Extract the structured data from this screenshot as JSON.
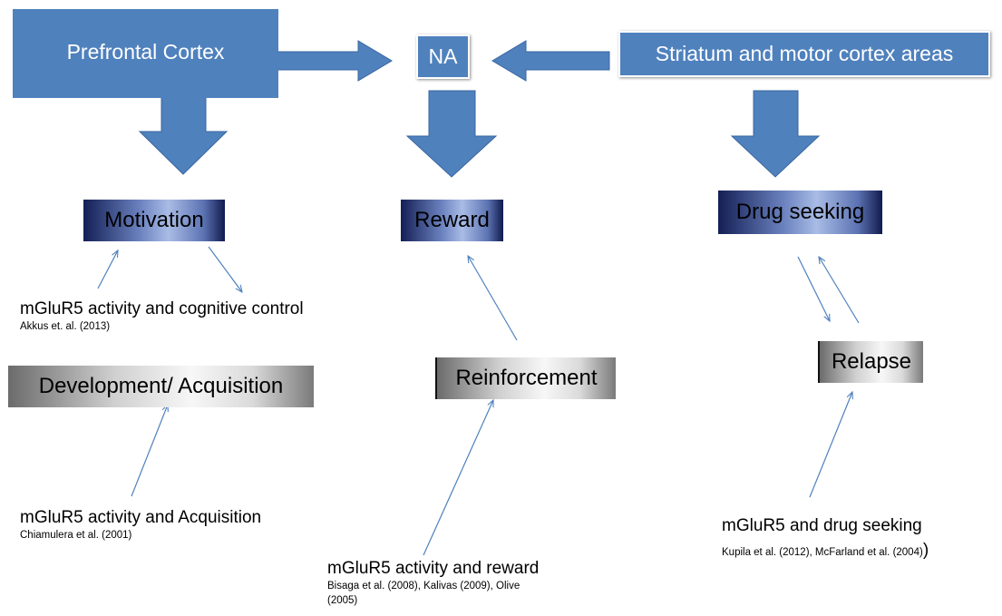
{
  "regions": {
    "prefrontal": "Prefrontal Cortex",
    "na": "NA",
    "striatum": "Striatum and motor cortex areas"
  },
  "stages": {
    "motivation": "Motivation",
    "reward": "Reward",
    "drug_seeking": "Drug seeking",
    "development": "Development/ Acquisition",
    "reinforcement": "Reinforcement",
    "relapse": "Relapse"
  },
  "evidence": {
    "cognitive_control": {
      "text": "mGluR5 activity and cognitive control",
      "citation": "Akkus et. al. (2013)"
    },
    "acquisition": {
      "text": "mGluR5 activity and Acquisition",
      "citation": "Chiamulera et al. (2001)"
    },
    "reward": {
      "text": "mGluR5 activity and reward",
      "citation_line1": "Bisaga et al. (2008), Kalivas (2009), Olive",
      "citation_line2": "(2005)"
    },
    "drug_seeking": {
      "text": "mGluR5 and drug seeking",
      "citation": "Kupila et al. (2012), McFarland et al. (2004)",
      "closing_paren": ")"
    }
  },
  "colors": {
    "region_blue": "#4f81bd",
    "arrow_blue": "#4f81bd",
    "arrow_outline": "#3a66a0",
    "thin_arrow": "#4f81bd"
  }
}
